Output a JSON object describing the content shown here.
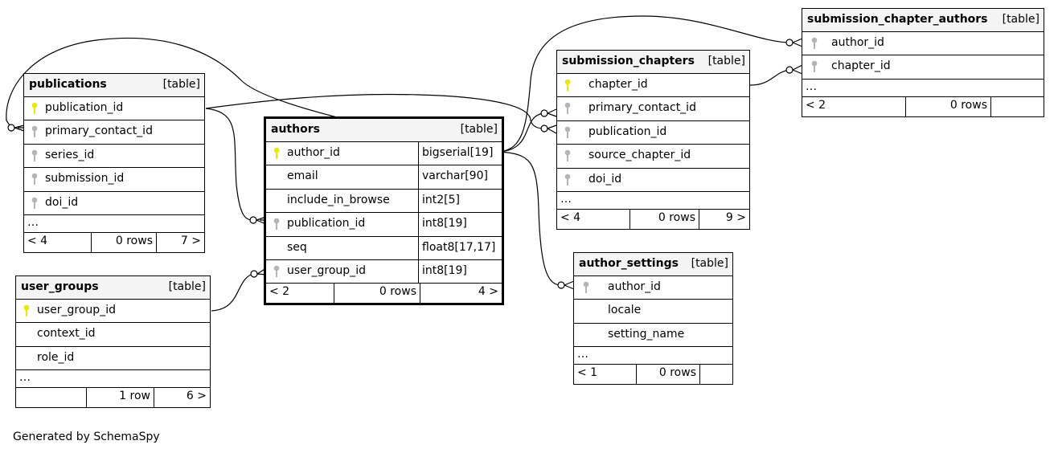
{
  "tables": {
    "publications": {
      "name": "publications",
      "tag": "[table]",
      "columns": [
        "publication_id",
        "primary_contact_id",
        "series_id",
        "submission_id",
        "doi_id"
      ],
      "ellipsis": "…",
      "footer": [
        "< 4",
        "0 rows",
        "7 >"
      ]
    },
    "user_groups": {
      "name": "user_groups",
      "tag": "[table]",
      "columns": [
        "user_group_id",
        "context_id",
        "role_id"
      ],
      "ellipsis": "…",
      "footer": [
        "",
        "1 row",
        "6 >"
      ]
    },
    "authors": {
      "name": "authors",
      "tag": "[table]",
      "columns": [
        {
          "name": "author_id",
          "type": "bigserial[19]"
        },
        {
          "name": "email",
          "type": "varchar[90]"
        },
        {
          "name": "include_in_browse",
          "type": "int2[5]"
        },
        {
          "name": "publication_id",
          "type": "int8[19]"
        },
        {
          "name": "seq",
          "type": "float8[17,17]"
        },
        {
          "name": "user_group_id",
          "type": "int8[19]"
        }
      ],
      "footer": [
        "< 2",
        "0 rows",
        "4 >"
      ]
    },
    "submission_chapters": {
      "name": "submission_chapters",
      "tag": "[table]",
      "columns": [
        "chapter_id",
        "primary_contact_id",
        "publication_id",
        "source_chapter_id",
        "doi_id"
      ],
      "ellipsis": "…",
      "footer": [
        "< 4",
        "0 rows",
        "9 >"
      ]
    },
    "submission_chapter_authors": {
      "name": "submission_chapter_authors",
      "tag": "[table]",
      "columns": [
        "author_id",
        "chapter_id"
      ],
      "ellipsis": "…",
      "footer": [
        "< 2",
        "0 rows",
        ""
      ]
    },
    "author_settings": {
      "name": "author_settings",
      "tag": "[table]",
      "columns": [
        "author_id",
        "locale",
        "setting_name"
      ],
      "ellipsis": "…",
      "footer": [
        "< 1",
        "0 rows",
        ""
      ]
    }
  },
  "credit": "Generated by SchemaSpy",
  "colors": {
    "primary_key": "#e8e800",
    "foreign_key": "#b4b4b4",
    "header_bg": "#f4f4f4"
  }
}
